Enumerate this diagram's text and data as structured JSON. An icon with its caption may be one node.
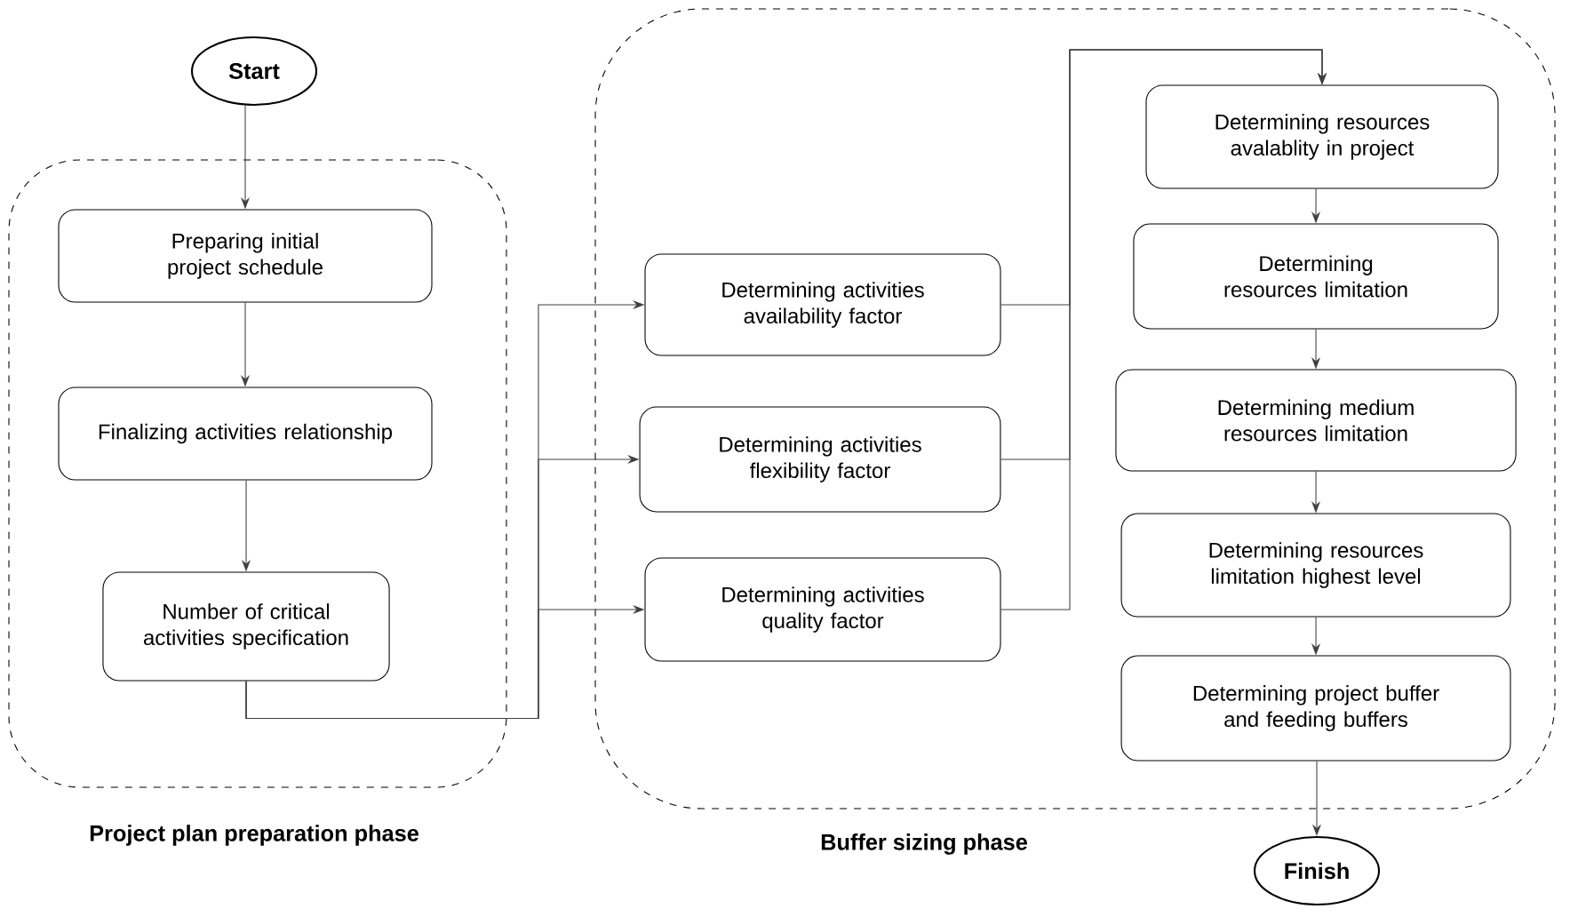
{
  "diagram": {
    "nodes": [
      {
        "text": [
          "Start"
        ]
      },
      {
        "text": [
          "Project plan preparation phase"
        ]
      },
      {
        "text": [
          "Preparing initial project schedule"
        ],
        "in": 1
      },
      {
        "text": [
          "Finalizing activities relationship"
        ],
        "in": 1
      },
      {
        "text": [
          "Number of critical activities specification"
        ],
        "in": 1
      },
      {
        "text": [
          "Buffer sizing phase"
        ]
      },
      {
        "text": [
          "Determining activities availability factor"
        ],
        "in": 5
      },
      {
        "text": [
          "Determining activities flexibility factor"
        ],
        "in": 5
      },
      {
        "text": [
          "Determining activities quality factor"
        ],
        "in": 5
      },
      {
        "text": [
          "Determining resources avalablity in project"
        ],
        "in": 5
      },
      {
        "text": [
          "Determining resources limitation"
        ],
        "in": 5
      },
      {
        "text": [
          "Determining medium resources limitation"
        ],
        "in": 5
      },
      {
        "text": [
          "Determining resources limitation highest level"
        ],
        "in": 5
      },
      {
        "text": [
          "Determining project buffer and feeding buffers"
        ],
        "in": 5
      },
      {
        "text": [
          "Finish"
        ]
      }
    ],
    "edges": [
      {
        "from": 0,
        "to": 2,
        "arrow": "to"
      },
      {
        "from": 2,
        "to": 3,
        "arrow": "to"
      },
      {
        "from": 3,
        "to": 4,
        "arrow": "to"
      },
      {
        "from": 4,
        "to": 6,
        "arrow": "to"
      },
      {
        "from": 4,
        "to": 7,
        "arrow": "to"
      },
      {
        "from": 4,
        "to": 8,
        "arrow": "to"
      },
      {
        "from": 6,
        "to": 9,
        "arrow": "to"
      },
      {
        "from": 7,
        "to": 9,
        "arrow": "to"
      },
      {
        "from": 8,
        "to": 9,
        "arrow": "to"
      },
      {
        "from": 9,
        "to": 10,
        "arrow": "to"
      },
      {
        "from": 10,
        "to": 11,
        "arrow": "to"
      },
      {
        "from": 11,
        "to": 12,
        "arrow": "to"
      },
      {
        "from": 12,
        "to": 13,
        "arrow": "to"
      },
      {
        "from": 13,
        "to": 14,
        "arrow": "to"
      }
    ]
  }
}
